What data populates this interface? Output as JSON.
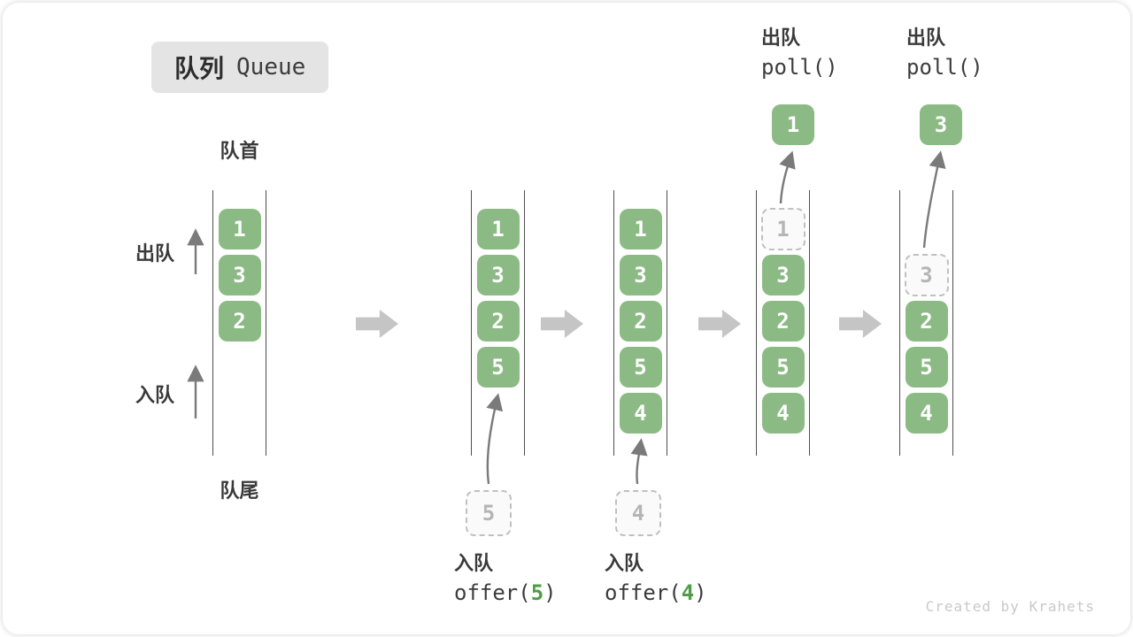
{
  "title": {
    "zh": "队列",
    "en": "Queue"
  },
  "labels": {
    "front": "队首",
    "rear": "队尾",
    "dequeue_side": "出队",
    "enqueue_side": "入队"
  },
  "operations": {
    "enqueue5": {
      "label": "入队",
      "code_pre": "offer(",
      "arg": "5",
      "code_post": ")"
    },
    "enqueue4": {
      "label": "入队",
      "code_pre": "offer(",
      "arg": "4",
      "code_post": ")"
    },
    "poll1": {
      "label": "出队",
      "code": "poll()"
    },
    "poll2": {
      "label": "出队",
      "code": "poll()"
    }
  },
  "columns": [
    {
      "cells": [
        {
          "value": "1"
        },
        {
          "value": "3"
        },
        {
          "value": "2"
        }
      ]
    },
    {
      "cells": [
        {
          "value": "1"
        },
        {
          "value": "3"
        },
        {
          "value": "2"
        },
        {
          "value": "5"
        }
      ]
    },
    {
      "cells": [
        {
          "value": "1"
        },
        {
          "value": "3"
        },
        {
          "value": "2"
        },
        {
          "value": "5"
        },
        {
          "value": "4"
        }
      ]
    },
    {
      "cells": [
        {
          "value": "1"
        },
        {
          "value": "3"
        },
        {
          "value": "2"
        },
        {
          "value": "5"
        },
        {
          "value": "4"
        }
      ]
    },
    {
      "cells": [
        {
          "value": "3"
        },
        {
          "value": "2"
        },
        {
          "value": "5"
        },
        {
          "value": "4"
        }
      ]
    }
  ],
  "floating_out": {
    "poll1": "1",
    "poll2": "3"
  },
  "pending_in": {
    "enqueue5": "5",
    "enqueue4": "4"
  },
  "watermark": "Created by Krahets",
  "colors": {
    "box_green": "#8cba85",
    "accent_green": "#4f9e47",
    "block_arrow_gray": "#c5c5c5",
    "line_gray": "#4e4e4e",
    "arrow_gray": "#7a7a7a",
    "badge_bg": "#e4e4e4",
    "ghost_border": "#c0c0c0",
    "ghost_text": "#b5b5b5",
    "text_dark": "#3a3a3a",
    "watermark_gray": "#c9c9c9"
  }
}
